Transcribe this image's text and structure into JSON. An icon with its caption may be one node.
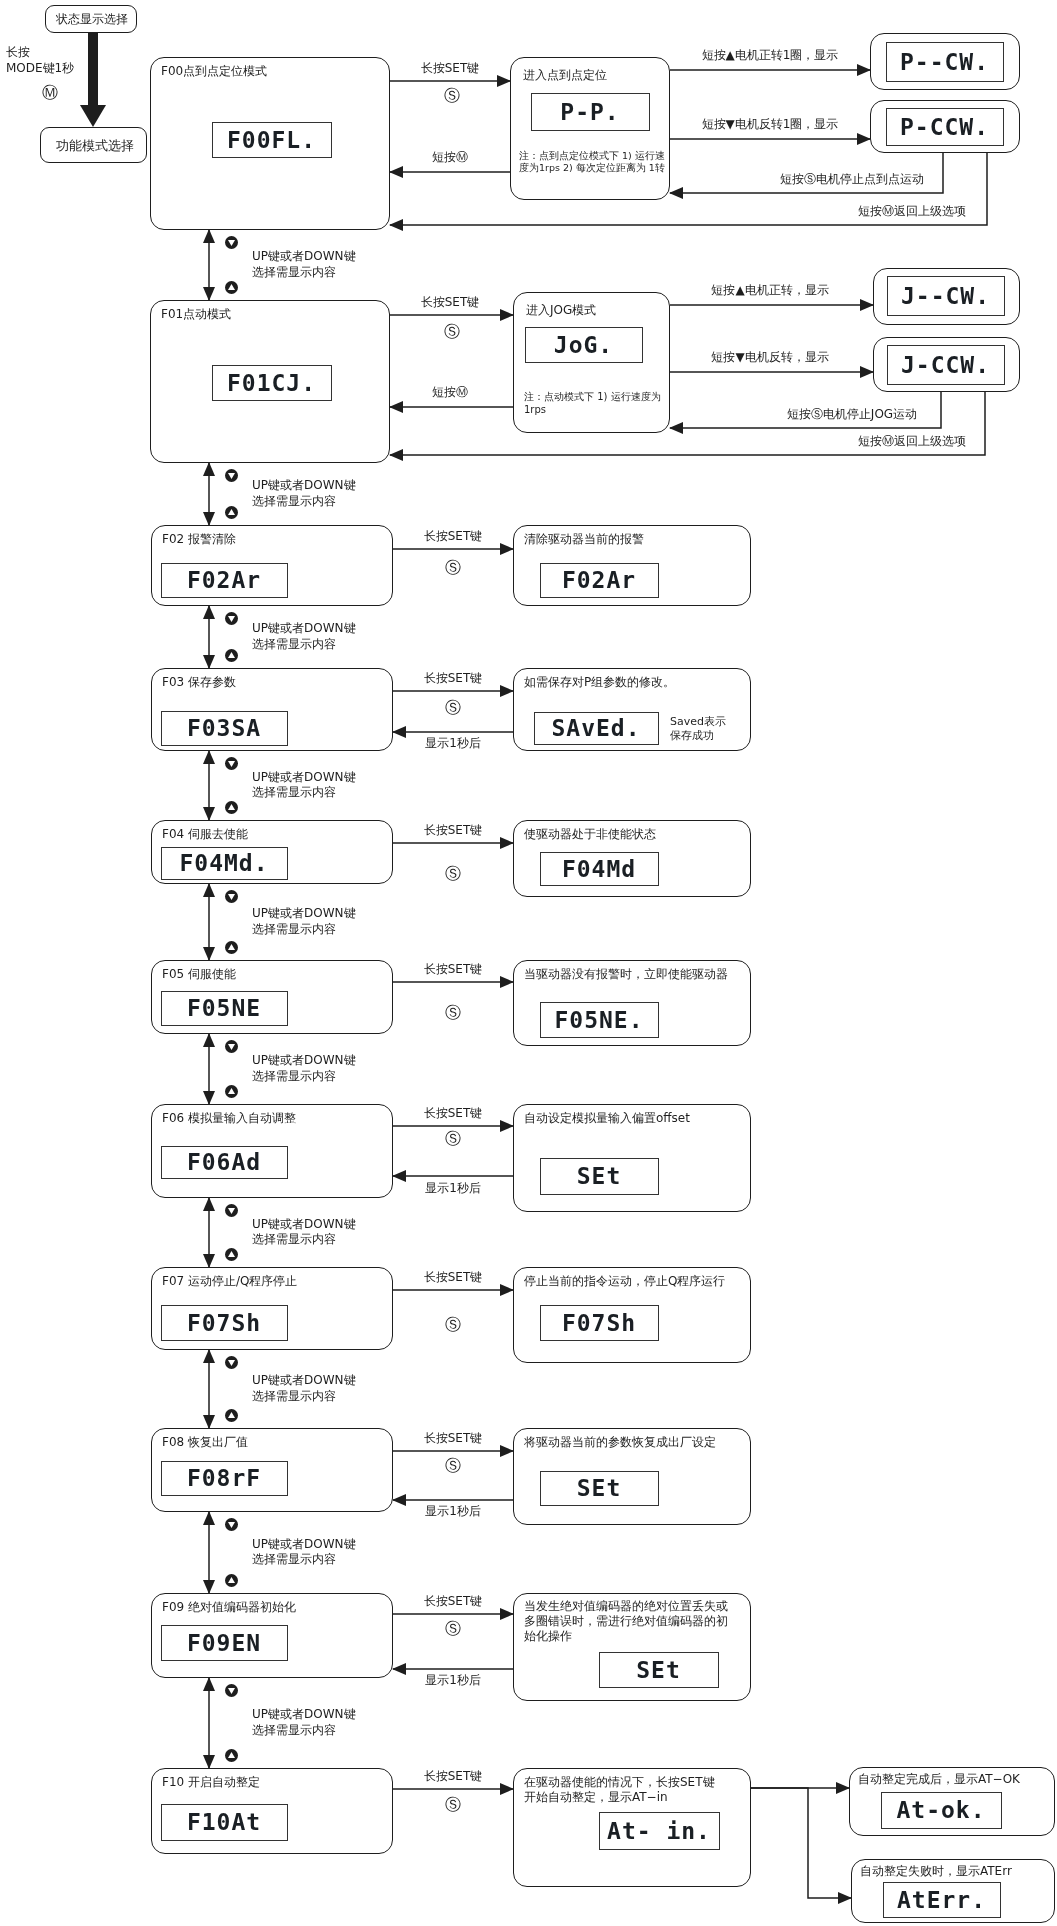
{
  "diagram": {
    "nodes": [
      {
        "text": [
          "状态显示选择"
        ]
      },
      {
        "text": [
          "功能模式选择"
        ]
      },
      {
        "text": [
          "F00点到点定位模式"
        ]
      },
      {
        "text": [
          "F00FL."
        ],
        "in": 2
      },
      {
        "text": [
          "进入点到点定位",
          "注：点到点定位模式下 1) 运行速度为1rps 2) 每次定位距离为 1转"
        ]
      },
      {
        "text": [
          "P-P."
        ],
        "in": 4
      },
      {
        "text": [],
        "shape": "box"
      },
      {
        "text": [
          "P--CW."
        ],
        "in": 6
      },
      {
        "text": [],
        "shape": "box"
      },
      {
        "text": [
          "P-CCW."
        ],
        "in": 8
      },
      {
        "text": [
          "F01点动模式"
        ]
      },
      {
        "text": [
          "F01CJ."
        ],
        "in": 10
      },
      {
        "text": [
          "进入JOG模式",
          "注：点动模式下 1) 运行速度为1rps"
        ]
      },
      {
        "text": [
          "JoG."
        ],
        "in": 12
      },
      {
        "text": [],
        "shape": "box"
      },
      {
        "text": [
          "J--CW."
        ],
        "in": 14
      },
      {
        "text": [],
        "shape": "box"
      },
      {
        "text": [
          "J-CCW."
        ],
        "in": 16
      },
      {
        "text": [
          "F02 报警清除"
        ]
      },
      {
        "text": [
          "F02Ar"
        ],
        "in": 18
      },
      {
        "text": [
          "清除驱动器当前的报警"
        ]
      },
      {
        "text": [
          "F02Ar"
        ],
        "in": 20
      },
      {
        "text": [
          "F03 保存参数"
        ]
      },
      {
        "text": [
          "F03SA"
        ],
        "in": 22
      },
      {
        "text": [
          "如需保存对P组参数的修改。",
          "Saved表示保存成功"
        ]
      },
      {
        "text": [
          "SAvEd."
        ],
        "in": 24
      },
      {
        "text": [
          "F04 伺服去使能"
        ]
      },
      {
        "text": [
          "F04Md."
        ],
        "in": 26
      },
      {
        "text": [
          "使驱动器处于非使能状态"
        ]
      },
      {
        "text": [
          "F04Md"
        ],
        "in": 28
      },
      {
        "text": [
          "F05 伺服使能"
        ]
      },
      {
        "text": [
          "F05NE"
        ],
        "in": 30
      },
      {
        "text": [
          "当驱动器没有报警时，立即使能驱动器"
        ]
      },
      {
        "text": [
          "F05NE."
        ],
        "in": 32
      },
      {
        "text": [
          "F06 模拟量输入自动调整"
        ]
      },
      {
        "text": [
          "F06Ad"
        ],
        "in": 34
      },
      {
        "text": [
          "自动设定模拟量输入偏置offset"
        ]
      },
      {
        "text": [
          "SEt"
        ],
        "in": 36
      },
      {
        "text": [
          "F07 运动停止/Q程序停止"
        ]
      },
      {
        "text": [
          "F07Sh"
        ],
        "in": 38
      },
      {
        "text": [
          "停止当前的指令运动，停止Q程序运行"
        ]
      },
      {
        "text": [
          "F07Sh"
        ],
        "in": 40
      },
      {
        "text": [
          "F08 恢复出厂值"
        ]
      },
      {
        "text": [
          "F08rF"
        ],
        "in": 42
      },
      {
        "text": [
          "将驱动器当前的参数恢复成出厂设定"
        ]
      },
      {
        "text": [
          "SEt"
        ],
        "in": 44
      },
      {
        "text": [
          "F09 绝对值编码器初始化"
        ]
      },
      {
        "text": [
          "F09EN"
        ],
        "in": 46
      },
      {
        "text": [
          "当发生绝对值编码器的绝对位置丢失或多圈错误时，需进行绝对值编码器的初始化操作"
        ]
      },
      {
        "text": [
          "SEt"
        ],
        "in": 48
      },
      {
        "text": [
          "F10 开启自动整定"
        ]
      },
      {
        "text": [
          "F10At"
        ],
        "in": 50
      },
      {
        "text": [
          "在驱动器使能的情况下，长按SET键开始自动整定，显示AT−in"
        ]
      },
      {
        "text": [
          "At- in."
        ],
        "in": 52
      },
      {
        "text": [
          "自动整定完成后，显示AT−OK"
        ]
      },
      {
        "text": [
          "At-ok."
        ],
        "in": 54
      },
      {
        "text": [
          "自动整定失败时，显示ATErr"
        ]
      },
      {
        "text": [
          "AtErr."
        ],
        "in": 56
      }
    ],
    "edges": [
      {
        "from": 0,
        "to": 1,
        "arrow": "to",
        "style": "thick",
        "label": "长按 MODE键1秒"
      },
      {
        "from": 2,
        "to": 4,
        "arrow": "to",
        "label": "长按SET键"
      },
      {
        "from": 4,
        "to": 2,
        "arrow": "to",
        "label": "短按Ⓜ"
      },
      {
        "from": 4,
        "to": 6,
        "arrow": "to",
        "label": "短按▲电机正转1圈，显示"
      },
      {
        "from": 4,
        "to": 8,
        "arrow": "to",
        "label": "短按▼电机反转1圈，显示"
      },
      {
        "from": 8,
        "to": 4,
        "arrow": "to",
        "label": "短按Ⓢ电机停止点到点运动"
      },
      {
        "from": 8,
        "to": 2,
        "arrow": "to",
        "label": "短按Ⓜ返回上级选项"
      },
      {
        "from": 2,
        "to": 10,
        "arrow": "both",
        "label": "UP键或者DOWN键选择需显示内容"
      },
      {
        "from": 10,
        "to": 12,
        "arrow": "to",
        "label": "长按SET键"
      },
      {
        "from": 12,
        "to": 10,
        "arrow": "to",
        "label": "短按Ⓜ"
      },
      {
        "from": 12,
        "to": 14,
        "arrow": "to",
        "label": "短按▲电机正转，显示"
      },
      {
        "from": 12,
        "to": 16,
        "arrow": "to",
        "label": "短按▼电机反转，显示"
      },
      {
        "from": 16,
        "to": 12,
        "arrow": "to",
        "label": "短按Ⓢ电机停止JOG运动"
      },
      {
        "from": 16,
        "to": 10,
        "arrow": "to",
        "label": "短按Ⓜ返回上级选项"
      },
      {
        "from": 10,
        "to": 18,
        "arrow": "both",
        "label": "UP键或者DOWN键选择需显示内容"
      },
      {
        "from": 18,
        "to": 20,
        "arrow": "to",
        "label": "长按SET键"
      },
      {
        "from": 18,
        "to": 22,
        "arrow": "both",
        "label": "UP键或者DOWN键选择需显示内容"
      },
      {
        "from": 22,
        "to": 24,
        "arrow": "to",
        "label": "长按SET键"
      },
      {
        "from": 24,
        "to": 22,
        "arrow": "to",
        "label": "显示1秒后"
      },
      {
        "from": 22,
        "to": 26,
        "arrow": "both",
        "label": "UP键或者DOWN键选择需显示内容"
      },
      {
        "from": 26,
        "to": 28,
        "arrow": "to",
        "label": "长按SET键"
      },
      {
        "from": 26,
        "to": 30,
        "arrow": "both",
        "label": "UP键或者DOWN键选择需显示内容"
      },
      {
        "from": 30,
        "to": 32,
        "arrow": "to",
        "label": "长按SET键"
      },
      {
        "from": 30,
        "to": 34,
        "arrow": "both",
        "label": "UP键或者DOWN键选择需显示内容"
      },
      {
        "from": 34,
        "to": 36,
        "arrow": "to",
        "label": "长按SET键"
      },
      {
        "from": 36,
        "to": 34,
        "arrow": "to",
        "label": "显示1秒后"
      },
      {
        "from": 34,
        "to": 38,
        "arrow": "both",
        "label": "UP键或者DOWN键选择需显示内容"
      },
      {
        "from": 38,
        "to": 40,
        "arrow": "to",
        "label": "长按SET键"
      },
      {
        "from": 38,
        "to": 42,
        "arrow": "both",
        "label": "UP键或者DOWN键选择需显示内容"
      },
      {
        "from": 42,
        "to": 44,
        "arrow": "to",
        "label": "长按SET键"
      },
      {
        "from": 44,
        "to": 42,
        "arrow": "to",
        "label": "显示1秒后"
      },
      {
        "from": 42,
        "to": 46,
        "arrow": "both",
        "label": "UP键或者DOWN键选择需显示内容"
      },
      {
        "from": 46,
        "to": 48,
        "arrow": "to",
        "label": "长按SET键"
      },
      {
        "from": 48,
        "to": 46,
        "arrow": "to",
        "label": "显示1秒后"
      },
      {
        "from": 46,
        "to": 50,
        "arrow": "both",
        "label": "UP键或者DOWN键选择需显示内容"
      },
      {
        "from": 50,
        "to": 52,
        "arrow": "to",
        "label": "长按SET键"
      },
      {
        "from": 52,
        "to": 54,
        "arrow": "to"
      },
      {
        "from": 52,
        "to": 56,
        "arrow": "to"
      }
    ],
    "labels": [
      "Ⓜ",
      "Ⓢ",
      "Ⓢ",
      "Ⓢ",
      "Ⓢ",
      "Ⓢ",
      "Ⓢ",
      "Ⓢ",
      "Ⓢ",
      "Ⓢ",
      "Ⓢ",
      "Ⓢ"
    ]
  }
}
